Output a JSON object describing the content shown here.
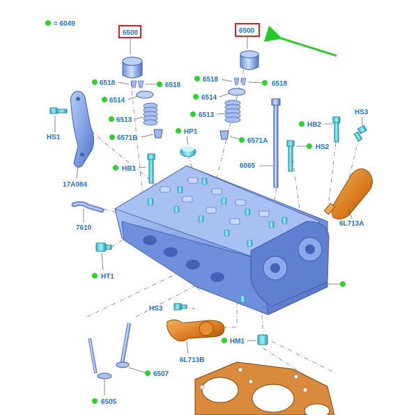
{
  "labels": {
    "legend": "= 6049",
    "p6500a": "6500",
    "p6500b": "6500",
    "p6518a": "6518",
    "p6518b": "6518",
    "p6518c": "6518",
    "p6518d": "6518",
    "p6514a": "6514",
    "p6514b": "6514",
    "p6513a": "6513",
    "p6513b": "6513",
    "p6571b": "6571B",
    "p6571a": "6571A",
    "hp1": "HP1",
    "hb1": "HB1",
    "hb2": "HB2",
    "hs1": "HS1",
    "hs2": "HS2",
    "hs3a": "HS3",
    "hs3b": "HS3",
    "p6065": "6065",
    "p17a084": "17A084",
    "p7610": "7610",
    "ht1": "HT1",
    "p6l713a": "6L713A",
    "p6l713b": "6L713B",
    "hm1": "HM1",
    "p6507": "6507",
    "p6505": "6505"
  },
  "colors": {
    "label_text": "#1f6fd0",
    "callout_dot": "#2bd32b",
    "highlight_box": "#e02020",
    "arrow": "#22cc22",
    "part_blue": "#8aa8e8",
    "part_cyan": "#5fd0e0",
    "part_orange": "#e08a2a",
    "gasket": "#d98a3a"
  }
}
